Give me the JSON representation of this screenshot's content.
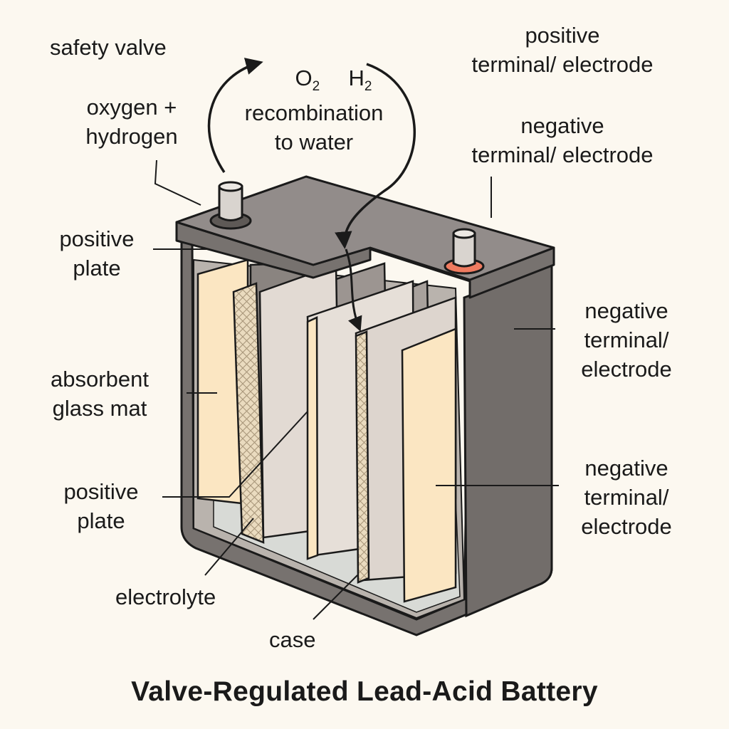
{
  "title": "Valve-Regulated Lead-Acid Battery",
  "gases": {
    "oxygen": "O",
    "oxygen_sub": "2",
    "hydrogen": "H",
    "hydrogen_sub": "2"
  },
  "labels": {
    "safety_valve": "safety valve",
    "oxygen_hydrogen": "oxygen +\nhydrogen",
    "recombination": "recombination\nto water",
    "positive_terminal": "positive\nterminal/ electrode",
    "negative_terminal_top": "negative\nterminal/ electrode",
    "positive_plate_top": "positive\nplate",
    "absorbent_glass_mat": "absorbent\nglass mat",
    "positive_plate_bottom": "positive\nplate",
    "electrolyte": "electrolyte",
    "case": "case",
    "negative_terminal_mid": "negative\nterminal/\nelectrode",
    "negative_terminal_low": "negative\nterminal/\nelectrode"
  },
  "colors": {
    "background": "#fcf8f0",
    "case": "#77726f",
    "lid": "#928c8a",
    "cream_plate": "#fbe6c2",
    "plate_gray": "#d6cec8",
    "electrolyte": "#d8dad6",
    "terminal_ring_negative": "#ef7b60",
    "outline": "#1a1a1a"
  }
}
